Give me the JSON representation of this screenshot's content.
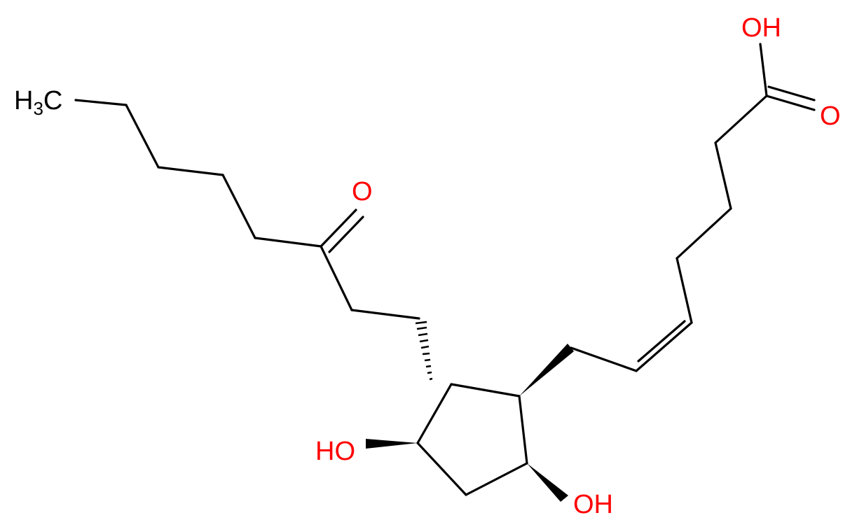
{
  "colors": {
    "bond": "#000000",
    "oxygen": "#ff0000",
    "carbon": "#000000",
    "background": "#ffffff"
  },
  "labels": {
    "methyl_h": "H",
    "methyl_sub": "3",
    "methyl_c": "C",
    "ketone_o": "O",
    "acid_oh": "OH",
    "acid_o": "O",
    "ring_oh_left": "HO",
    "ring_oh_right": "OH"
  }
}
